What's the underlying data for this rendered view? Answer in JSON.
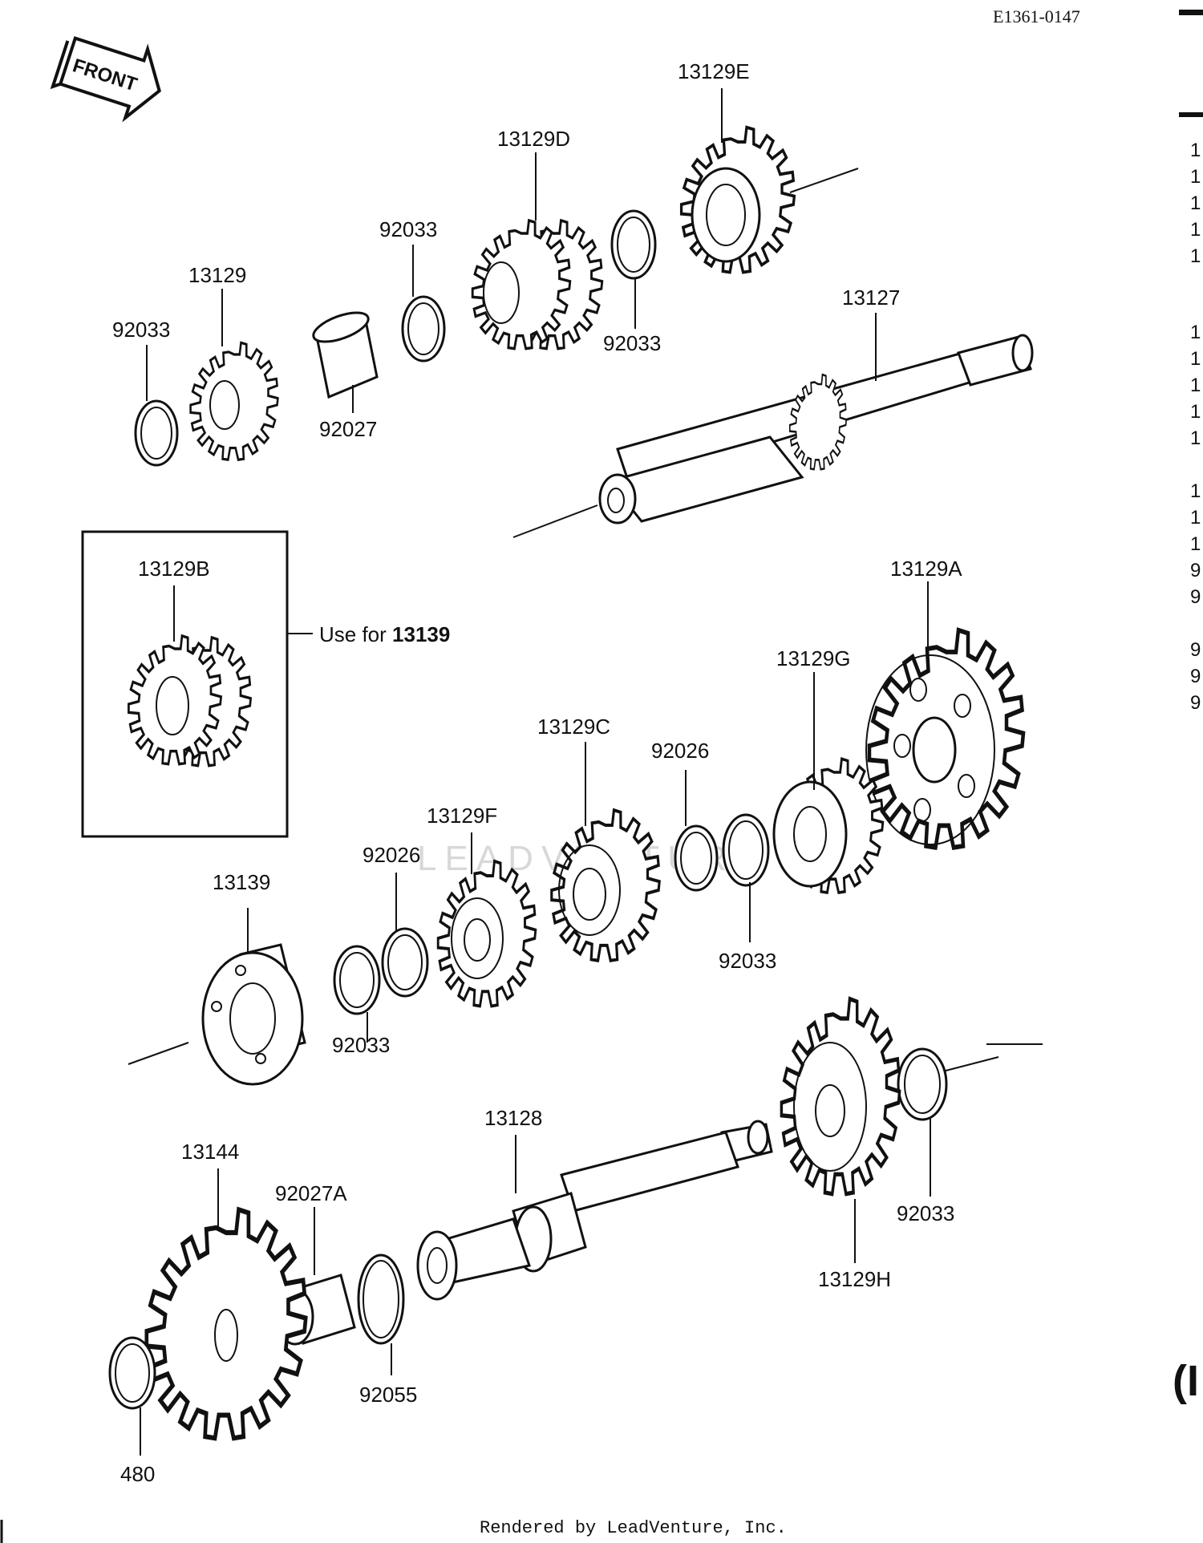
{
  "header": {
    "code": "E1361-0147"
  },
  "front_badge": {
    "text": "FRONT"
  },
  "note": {
    "prefix": "Use for",
    "part": "13139"
  },
  "footer": {
    "text": "Rendered by LeadVenture, Inc."
  },
  "watermark": {
    "text": "LEADVENTURE"
  },
  "labels": {
    "p13129E": "13129E",
    "p13129D": "13129D",
    "p92033_top": "92033",
    "p13129": "13129",
    "p92033_left": "92033",
    "p92027": "92027",
    "p92033_mid": "92033",
    "p13127": "13127",
    "p13129B": "13129B",
    "p13129A": "13129A",
    "p13129G": "13129G",
    "p13129C": "13129C",
    "p92026_right": "92026",
    "p13129F": "13129F",
    "p92026_left": "92026",
    "p13139": "13139",
    "p92033_c2": "92033",
    "p92033_c1": "92033",
    "p13128": "13128",
    "p13144": "13144",
    "p92027A": "92027A",
    "p92055": "92055",
    "p480": "480",
    "p13129H": "13129H",
    "p92033_low": "92033"
  },
  "side_column": [
    "1",
    "1",
    "1",
    "1",
    "1",
    "1",
    "1",
    "1",
    "1",
    "1",
    "1",
    "1",
    "1",
    "9",
    "9",
    "9",
    "9",
    "9"
  ],
  "side_mark": "(I"
}
